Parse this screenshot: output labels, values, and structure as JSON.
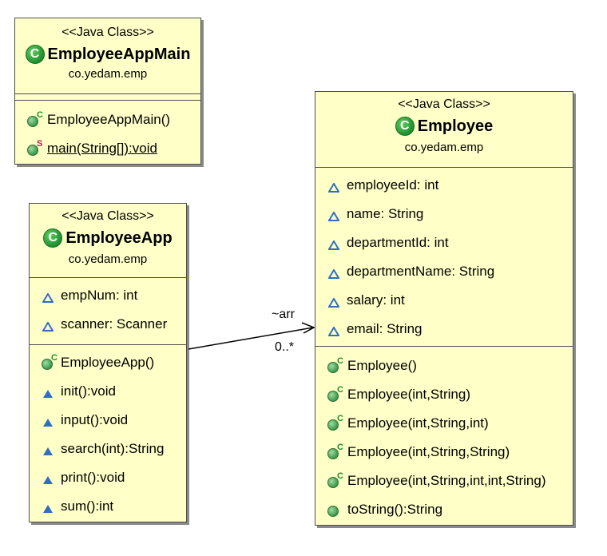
{
  "classes": {
    "main": {
      "stereotype": "<<Java Class>>",
      "name": "EmployeeAppMain",
      "package": "co.yedam.emp",
      "methods": [
        {
          "label": "EmployeeAppMain()",
          "kind": "constructor",
          "underline": false
        },
        {
          "label": "main(String[]):void",
          "kind": "static",
          "underline": true
        }
      ]
    },
    "employee": {
      "stereotype": "<<Java Class>>",
      "name": "Employee",
      "package": "co.yedam.emp",
      "fields": [
        {
          "label": "employeeId: int"
        },
        {
          "label": "name: String"
        },
        {
          "label": "departmentId: int"
        },
        {
          "label": "departmentName: String"
        },
        {
          "label": "salary: int"
        },
        {
          "label": "email: String"
        }
      ],
      "methods": [
        {
          "label": "Employee()",
          "kind": "constructor"
        },
        {
          "label": "Employee(int,String)",
          "kind": "constructor"
        },
        {
          "label": "Employee(int,String,int)",
          "kind": "constructor"
        },
        {
          "label": "Employee(int,String,String)",
          "kind": "constructor"
        },
        {
          "label": "Employee(int,String,int,int,String)",
          "kind": "constructor"
        },
        {
          "label": "toString():String",
          "kind": "public"
        }
      ]
    },
    "app": {
      "stereotype": "<<Java Class>>",
      "name": "EmployeeApp",
      "package": "co.yedam.emp",
      "fields": [
        {
          "label": "empNum: int"
        },
        {
          "label": "scanner: Scanner"
        }
      ],
      "methods": [
        {
          "label": "EmployeeApp()",
          "kind": "constructor"
        },
        {
          "label": "init():void",
          "kind": "package"
        },
        {
          "label": "input():void",
          "kind": "package"
        },
        {
          "label": "search(int):String",
          "kind": "package"
        },
        {
          "label": "print():void",
          "kind": "package"
        },
        {
          "label": "sum():int",
          "kind": "package"
        }
      ]
    }
  },
  "association": {
    "role": "~arr",
    "multiplicity": "0..*"
  },
  "colors": {
    "class_fill": "#ffffc8",
    "class_border": "#4d4d4d",
    "field_icon": "#2f6fbf",
    "method_icon": "#2f6fbf",
    "public_method_icon": "#3c9a4a"
  }
}
